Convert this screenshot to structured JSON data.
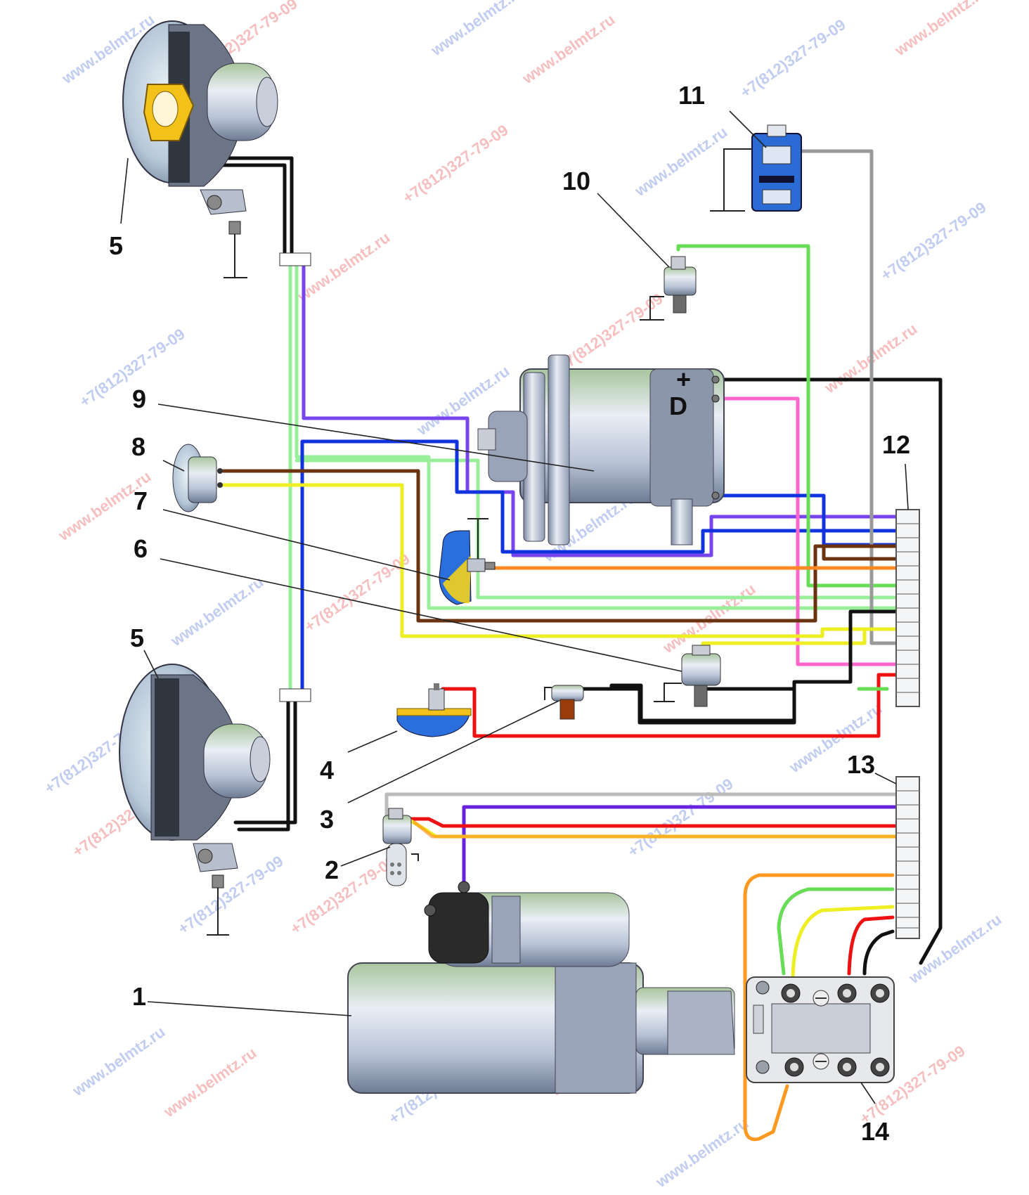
{
  "labels": {
    "n1": "1",
    "n2": "2",
    "n3": "3",
    "n4": "4",
    "n5_top": "5",
    "n5_bottom": "5",
    "n6": "6",
    "n7": "7",
    "n8": "8",
    "n9": "9",
    "n10": "10",
    "n11": "11",
    "n12": "12",
    "n13": "13",
    "n14": "14",
    "alt_plus": "+",
    "alt_d": "D"
  },
  "watermarks": {
    "site": "www.belmtz.ru",
    "phone": "+7(812)327-79-09"
  },
  "wire_colors": {
    "black": "#111111",
    "green": "#66dd55",
    "light_green": "#99ee99",
    "violet": "#7744ee",
    "blue": "#1133dd",
    "brown": "#6b3310",
    "yellow": "#eeee22",
    "pink": "#ff66cc",
    "orange": "#ff8822",
    "red": "#ee1111",
    "grey": "#999999"
  }
}
